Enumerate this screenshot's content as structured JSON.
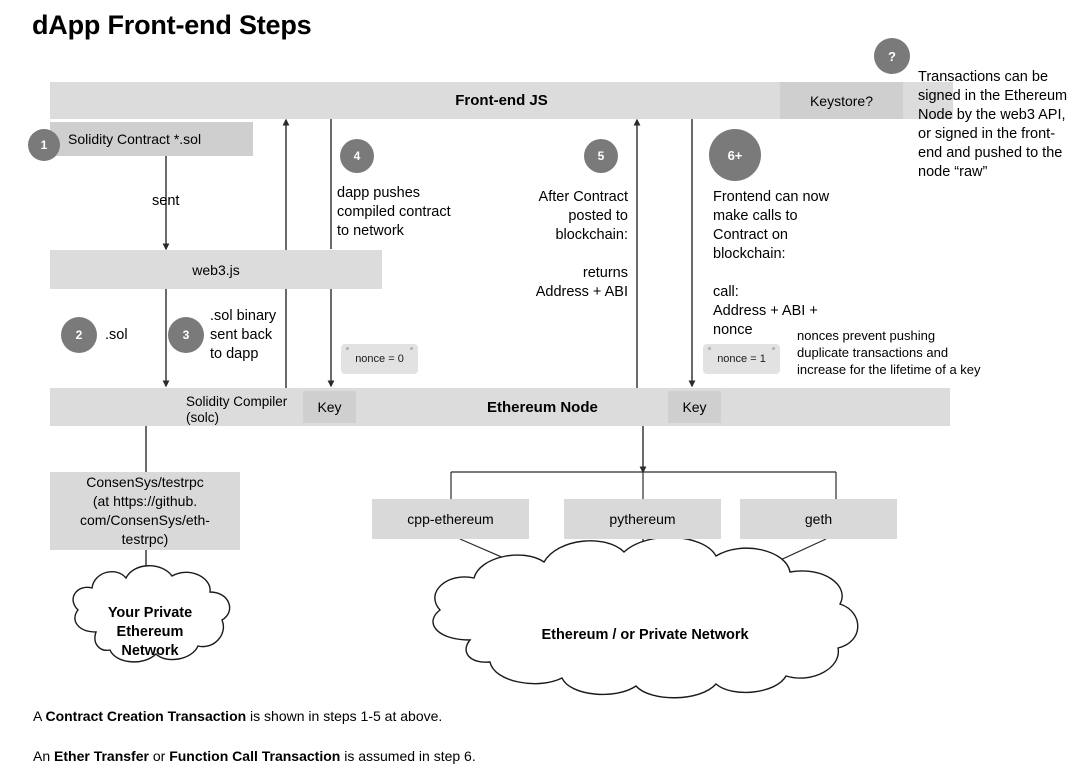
{
  "title": "dApp Front-end Steps",
  "lanes": {
    "frontend_js": "Front-end JS",
    "keystore": "Keystore?",
    "web3js": "web3.js",
    "solidity_compiler": "Solidity Compiler\n(solc)",
    "solidity_compiler_line1": "Solidity Compiler",
    "solidity_compiler_line2": "(solc)",
    "key_left": "Key",
    "ethereum_node": "Ethereum Node",
    "key_right": "Key"
  },
  "boxes": {
    "solidity_contract": "Solidity Contract  *.sol",
    "testrpc_line1": "ConsenSys/testrpc",
    "testrpc_line2": "(at https://github.",
    "testrpc_line3": "com/ConsenSys/eth-",
    "testrpc_line4": "testrpc)",
    "cpp_ethereum": "cpp-ethereum",
    "pythereum": "pythereum",
    "geth": "geth"
  },
  "clouds": {
    "private_line1": "Your Private",
    "private_line2": "Ethereum",
    "private_line3": "Network",
    "public": "Ethereum / or Private Network"
  },
  "steps": [
    {
      "id": "step-1",
      "label": "1"
    },
    {
      "id": "step-2",
      "label": "2"
    },
    {
      "id": "step-3",
      "label": "3"
    },
    {
      "id": "step-4",
      "label": "4"
    },
    {
      "id": "step-5",
      "label": "5"
    },
    {
      "id": "step-6",
      "label": "6+"
    },
    {
      "id": "step-question",
      "label": "?"
    }
  ],
  "annotations": {
    "sent": "sent",
    "dot_sol": ".sol",
    "sol_binary_line1": ".sol binary",
    "sol_binary_line2": "sent back",
    "sol_binary_line3": "to dapp",
    "dapp_push_line1": "dapp pushes",
    "dapp_push_line2": "compiled contract",
    "dapp_push_line3": "to network",
    "after_contract_line1": "After Contract",
    "after_contract_line2": "posted to",
    "after_contract_line3": "blockchain:",
    "after_contract_line4": "returns",
    "after_contract_line5": "Address + ABI",
    "frontend_calls_line1": "Frontend can now",
    "frontend_calls_line2": "make calls to",
    "frontend_calls_line3": "Contract on",
    "frontend_calls_line4": "blockchain:",
    "frontend_calls_line5": "call:",
    "frontend_calls_line6": "Address + ABI +",
    "frontend_calls_line7": "nonce",
    "nonce_zero": "nonce = 0",
    "nonce_one": "nonce = 1",
    "nonce_note_line1": "nonces prevent pushing",
    "nonce_note_line2": "duplicate transactions and",
    "nonce_note_line3": "increase for the lifetime of a key",
    "keystore_note_line1": "Transactions can be",
    "keystore_note_line2": "signed in the Ethereum",
    "keystore_note_line3": "Node by the web3 API,",
    "keystore_note_line4": "or signed in the front-",
    "keystore_note_line5": "end and pushed to the",
    "keystore_note_line6": "node “raw”"
  },
  "footer": {
    "line1_a": "A ",
    "line1_b": "Contract Creation Transaction",
    "line1_c": " is shown in steps 1-5 at above.",
    "line2_a": "An ",
    "line2_b": "Ether Transfer",
    "line2_c": " or ",
    "line2_d": "Function Call Transaction",
    "line2_e": " is assumed in step 6."
  },
  "colors": {
    "bar_gray": "#dcdcdc",
    "subbox_gray": "#cfcfcf",
    "box_gray": "#d9d9d9",
    "step_circle": "#7a7a7a",
    "note_gray": "#e2e2e2",
    "line": "#3a3a3a",
    "text": "#000000"
  }
}
